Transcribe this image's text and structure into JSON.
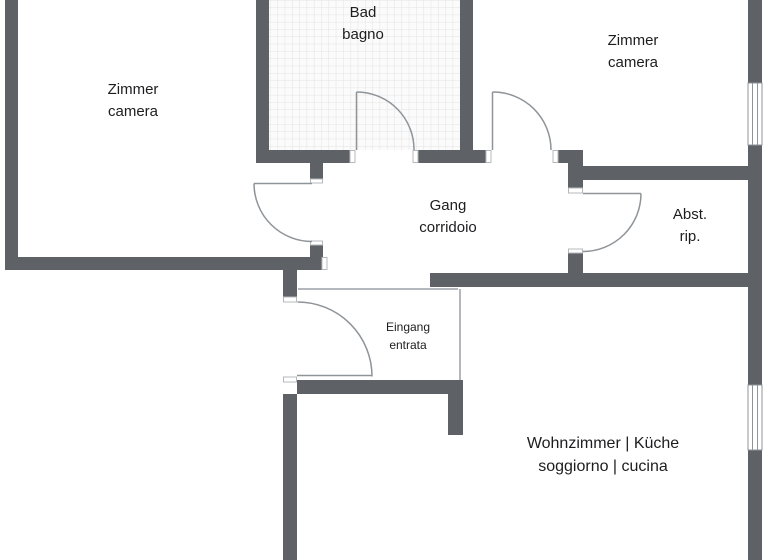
{
  "plan": {
    "type": "apartment-floor-plan",
    "language_pair": "German | Italian",
    "rooms": {
      "left_bedroom": {
        "line1": "Zimmer",
        "line2": "camera"
      },
      "bathroom": {
        "line1": "Bad",
        "line2": "bagno"
      },
      "right_bedroom": {
        "line1": "Zimmer",
        "line2": "camera"
      },
      "corridor": {
        "line1": "Gang",
        "line2": "corridoio"
      },
      "storage": {
        "line1": "Abst.",
        "line2": "rip."
      },
      "entrance": {
        "line1": "Eingang",
        "line2": "entrata"
      },
      "living_kitchen": {
        "line1": "Wohnzimmer | Küche",
        "line2": "soggiorno | cucina"
      }
    },
    "features": {
      "doors": [
        "bathroom-door",
        "right-bedroom-door",
        "left-bedroom-door",
        "storage-door",
        "entrance-door"
      ],
      "windows": [
        "right-bedroom-window",
        "living-room-window"
      ],
      "bathroom_floor": "tiled-grid"
    },
    "colors": {
      "wall": "#5e6266",
      "door_line": "#8f9499",
      "zone_line": "#b4b8bc",
      "tile_line": "#e3e3e3",
      "tile_bg": "#fbfbfb",
      "text": "#1d1d1f",
      "background": "#ffffff"
    }
  }
}
